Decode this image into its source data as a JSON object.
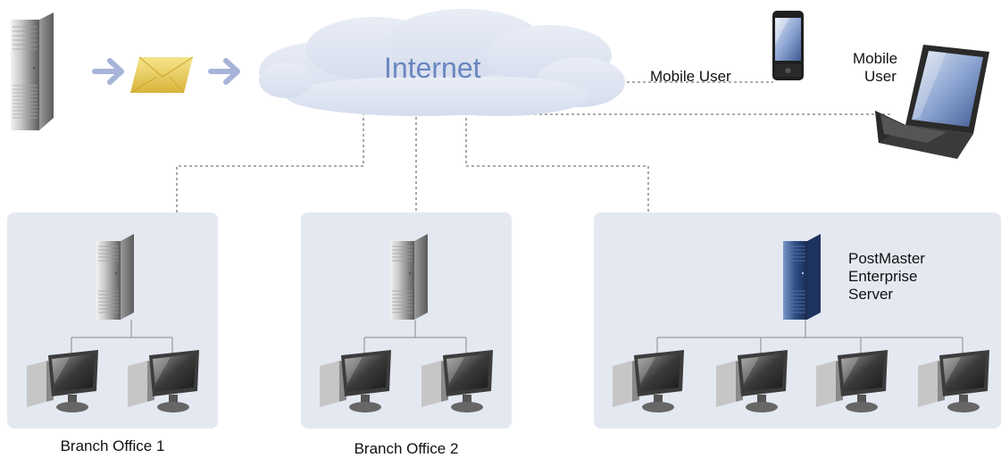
{
  "internet_label": "Internet",
  "mobile_user_phone_label": "Mobile User",
  "mobile_user_laptop_label_line1": "Mobile",
  "mobile_user_laptop_label_line2": "User",
  "branch1_label": "Branch Office 1",
  "branch2_label": "Branch Office 2",
  "postmaster_line1": "PostMaster",
  "postmaster_line2": "Enterprise",
  "postmaster_line3": "Server",
  "colors": {
    "panel": "#e4e8f1",
    "cloud": "#dfe4f0",
    "arrow": "#a7b3d8",
    "envelope": "#e8c949",
    "server_gray": "#b0b0b0",
    "server_blue": "#2f4f86",
    "dotted_line": "#7a7a7a"
  }
}
